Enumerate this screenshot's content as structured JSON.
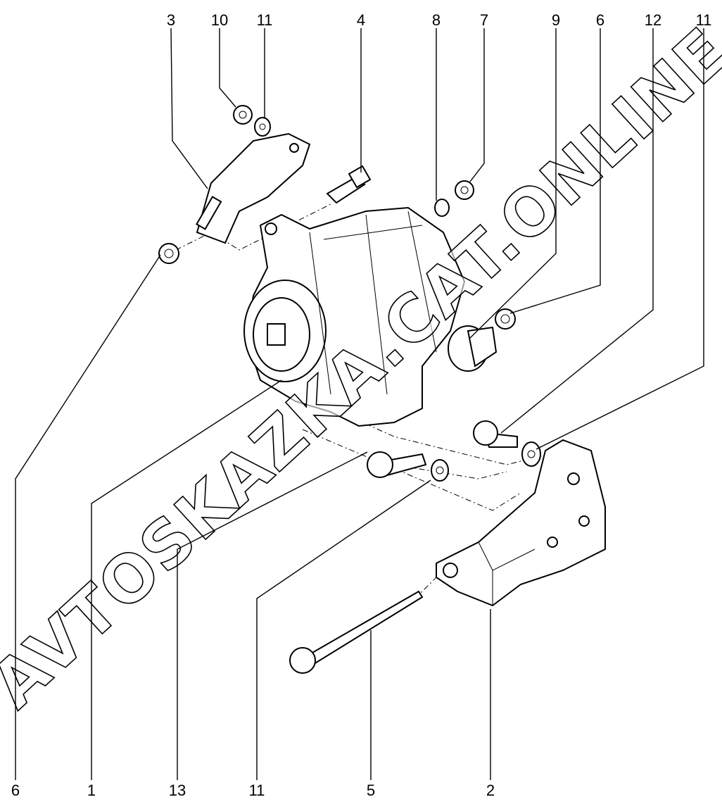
{
  "diagram": {
    "callouts_top": [
      "3",
      "10",
      "11",
      "4",
      "8",
      "7",
      "9",
      "6",
      "12",
      "11"
    ],
    "callouts_bottom": [
      "6",
      "1",
      "13",
      "11",
      "5",
      "2"
    ],
    "watermark": "AVTOSKAZKA.CAT.ONLINE"
  },
  "colors": {
    "line": "#000000",
    "background": "#ffffff"
  }
}
